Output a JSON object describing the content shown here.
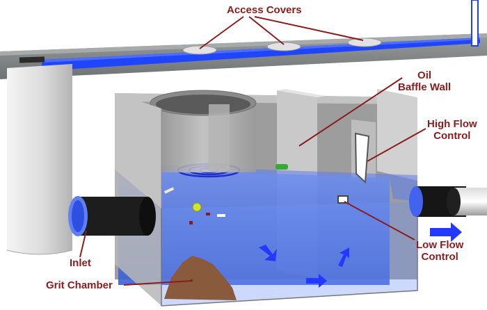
{
  "labels": {
    "access_covers": "Access Covers",
    "oil_baffle_wall": [
      "Oil",
      "Baffle Wall"
    ],
    "high_flow_control": [
      "High Flow",
      "Control"
    ],
    "low_flow_control": [
      "Low Flow",
      "Control"
    ],
    "inlet": "Inlet",
    "grit_chamber": "Grit Chamber"
  },
  "colors": {
    "label_text": "#8a1c1c",
    "leader_line": "#8a1c1c",
    "water": "#4f78e6",
    "concrete": "#b7b7b7",
    "concrete_dark": "#8f8f8f",
    "road": "#7f8384",
    "drain_strip": "#1f45ff",
    "sediment": "#8a5a3c",
    "flow_arrow": "#2438ff"
  }
}
